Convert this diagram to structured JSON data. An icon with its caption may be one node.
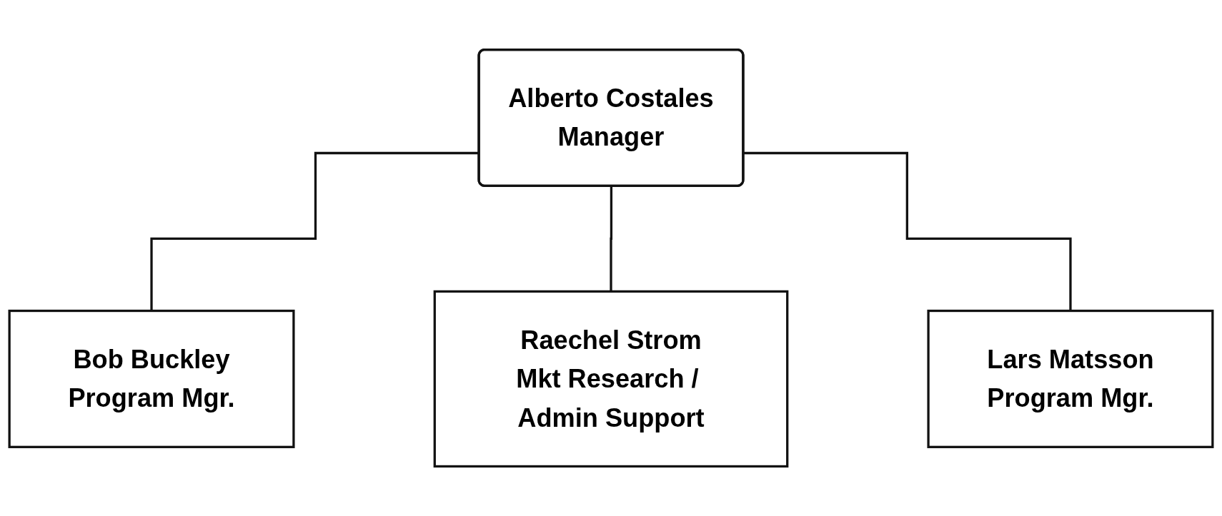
{
  "diagram": {
    "nodes": [
      {
        "text": [
          "Alberto Costales",
          "Manager"
        ]
      },
      {
        "text": [
          "Bob Buckley",
          "Program Mgr."
        ]
      },
      {
        "text": [
          "Raechel Strom",
          "Mkt Research / Admin Support"
        ]
      },
      {
        "text": [
          "Lars Matsson",
          "Program Mgr."
        ]
      }
    ],
    "edges": [
      {
        "from": 0,
        "to": 1,
        "arrow": "none"
      },
      {
        "from": 0,
        "to": 2,
        "arrow": "none"
      },
      {
        "from": 0,
        "to": 3,
        "arrow": "none"
      }
    ]
  }
}
